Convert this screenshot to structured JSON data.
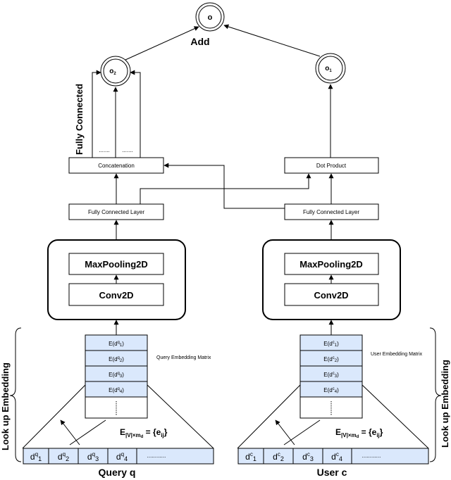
{
  "nodes": {
    "o": "o",
    "add": "Add",
    "o2_base": "o",
    "o2_sub": "2",
    "o1_base": "o",
    "o1_sub": "1"
  },
  "fully_connected": "Fully Connected",
  "left": {
    "concatenation": "Concatenation",
    "fc_layer": "Fully Connected Layer",
    "maxpool": "MaxPooling2D",
    "conv": "Conv2D",
    "matrix_label": "Query Embedding Matrix",
    "cells": [
      {
        "pre": "E(d",
        "sup": "q",
        "sub": "1",
        "post": ")"
      },
      {
        "pre": "E(d",
        "sup": "q",
        "sub": "2",
        "post": ")"
      },
      {
        "pre": "E(d",
        "sup": "q",
        "sub": "3",
        "post": ")"
      },
      {
        "pre": "E(d",
        "sup": "q",
        "sub": "4",
        "post": ")"
      }
    ],
    "embed_formula": {
      "e": "E",
      "sub": "|V|×m",
      "sub2": "d",
      "rest": " = {e",
      "sub3": "ij",
      "end": "}"
    },
    "tokens": [
      {
        "base": "d",
        "sup": "q",
        "sub": "1"
      },
      {
        "base": "d",
        "sup": "q",
        "sub": "2"
      },
      {
        "base": "d",
        "sup": "q",
        "sub": "3"
      },
      {
        "base": "d",
        "sup": "q",
        "sub": "4"
      }
    ],
    "dots": "............",
    "input_label": "Query q"
  },
  "right": {
    "dot_product": "Dot Product",
    "fc_layer": "Fully Connected Layer",
    "maxpool": "MaxPooling2D",
    "conv": "Conv2D",
    "matrix_label": "User Embedding Matrix",
    "cells": [
      {
        "pre": "E(d",
        "sup": "c",
        "sub": "1",
        "post": ")"
      },
      {
        "pre": "E(d",
        "sup": "c",
        "sub": "2",
        "post": ")"
      },
      {
        "pre": "E(d",
        "sup": "c",
        "sub": "3",
        "post": ")"
      },
      {
        "pre": "E(d",
        "sup": "c",
        "sub": "4",
        "post": ")"
      }
    ],
    "embed_formula": {
      "e": "E",
      "sub": "|V|×m",
      "sub2": "d",
      "rest": " = {e",
      "sub3": "ij",
      "end": "}"
    },
    "tokens": [
      {
        "base": "d",
        "sup": "c",
        "sub": "1"
      },
      {
        "base": "d",
        "sup": "c",
        "sub": "2"
      },
      {
        "base": "d",
        "sup": "c",
        "sub": "3"
      },
      {
        "base": "d",
        "sup": "c",
        "sub": "4"
      }
    ],
    "dots": "............",
    "input_label": "User c"
  },
  "look_up_left": "Look up Embedding",
  "look_up_right": "Look up Embedding",
  "fc_dots": ".......",
  "colors": {
    "cell_fill": "#dae8fc",
    "stroke": "#000000",
    "background": "#ffffff"
  }
}
